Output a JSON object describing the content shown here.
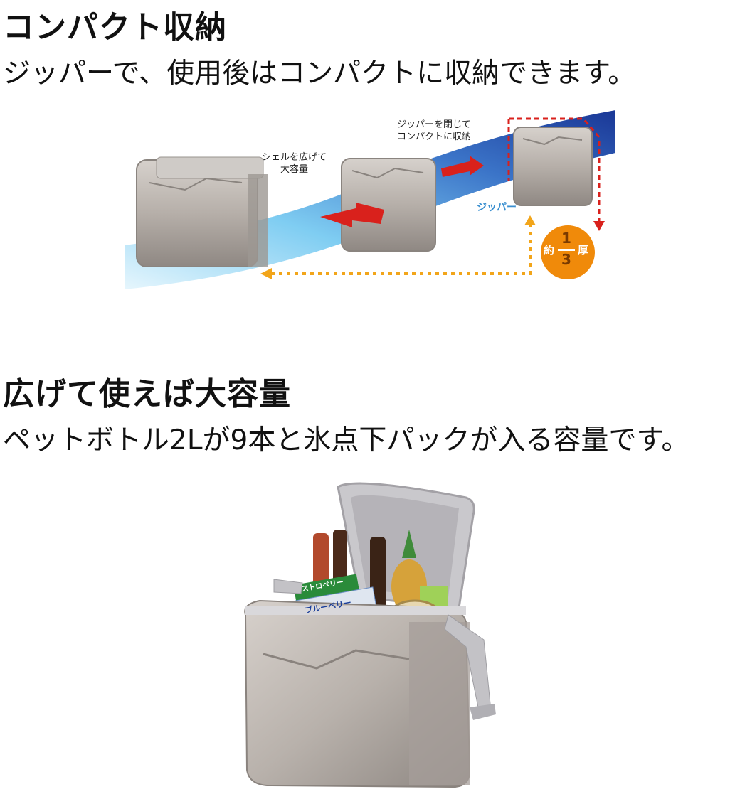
{
  "section1": {
    "title": "コンパクト収納",
    "subtitle": "ジッパーで、使用後はコンパクトに収納できます。",
    "diagram": {
      "label_expand": [
        "シェルを広げて",
        "大容量"
      ],
      "label_compact": [
        "ジッパーを閉じて",
        "コンパクトに収納"
      ],
      "label_zipper": "ジッパー",
      "badge": {
        "prefix": "約",
        "numerator": "1",
        "denominator": "3",
        "suffix": "厚"
      }
    }
  },
  "section2": {
    "title": "広げて使えば大容量",
    "subtitle": "ペットボトル2Lが9本と氷点下パックが入る容量です。",
    "photo": {
      "package_labels": [
        "ブルーベリー",
        "ストロベリー"
      ]
    }
  },
  "colors": {
    "blue_band": "#1b3f9a",
    "light_band": "#9fd8f4",
    "red_arrow": "#d9211c",
    "orange_arrow": "#f2a51a",
    "badge_orange": "#f08a0a",
    "silver": "#b9b3ae"
  }
}
